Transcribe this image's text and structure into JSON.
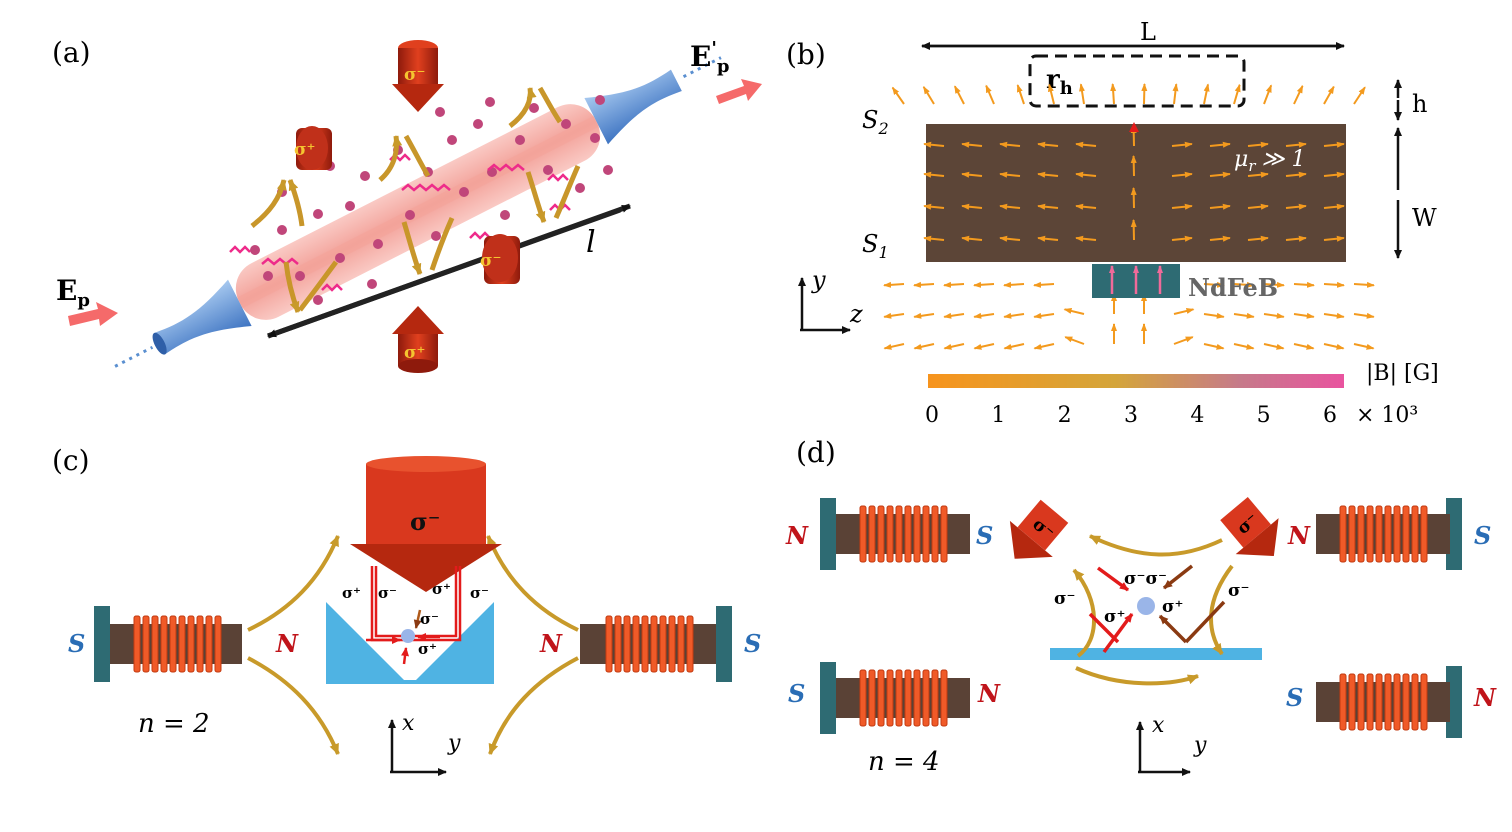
{
  "panels": {
    "a": {
      "label": "(a)",
      "probe_in": "E",
      "probe_in_sub": "p",
      "probe_out": "E",
      "probe_out_prime": "'",
      "probe_out_sub": "p",
      "length": "l",
      "beam_top": "σ⁻",
      "beam_left": "σ⁺",
      "beam_right": "σ⁻",
      "beam_bottom": "σ⁺"
    },
    "b": {
      "label": "(b)",
      "dim_L": "L",
      "dim_h": "h",
      "dim_W": "W",
      "r_h": "r",
      "r_h_sub": "h",
      "surface_2": "S",
      "surface_2_sub": "2",
      "surface_1": "S",
      "surface_1_sub": "1",
      "permeability": "μ",
      "permeability_sub": "r",
      "permeability_rel": "≫ 1",
      "magnet": "NdFeB",
      "axis_y": "y",
      "axis_z": "z",
      "colorbar_title": "|B| [G]",
      "colorbar_ticks": [
        "0",
        "1",
        "2",
        "3",
        "4",
        "5",
        "6"
      ],
      "colorbar_scale": "× 10³",
      "colorbar_colors": [
        "#f7941d",
        "#d4a53a",
        "#c67a8a",
        "#e9539f"
      ]
    },
    "c": {
      "label": "(c)",
      "beam_main": "σ⁻",
      "pole_left_S": "S",
      "pole_left_N": "N",
      "pole_right_N": "N",
      "pole_right_S": "S",
      "pol": [
        "σ⁺",
        "σ⁻",
        "σ⁺",
        "σ⁻",
        "σ⁻",
        "σ⁺"
      ],
      "order": "n = 2",
      "axis_x": "x",
      "axis_y": "y"
    },
    "d": {
      "label": "(d)",
      "pole_tl_N": "N",
      "pole_tl_S": "S",
      "pole_tr_N": "N",
      "pole_tr_S": "S",
      "pole_bl_S": "S",
      "pole_bl_N": "N",
      "pole_br_S": "S",
      "pole_br_N": "N",
      "beam_left": "σ⁻",
      "beam_right": "σ⁻",
      "pol": [
        "σ⁻σ⁻",
        "σ⁻",
        "σ⁺",
        "σ⁺",
        "σ⁻"
      ],
      "order": "n = 4",
      "axis_x": "x",
      "axis_y": "y"
    }
  },
  "colors": {
    "coil": "#f05a28",
    "core": "#5a4236",
    "pole_cap": "#2e6b73",
    "prism": "#4fb3e3",
    "beam": "#d9381e",
    "field": "#c89a2a",
    "pole_N": "#c0141a",
    "pole_S": "#2a6db5"
  }
}
